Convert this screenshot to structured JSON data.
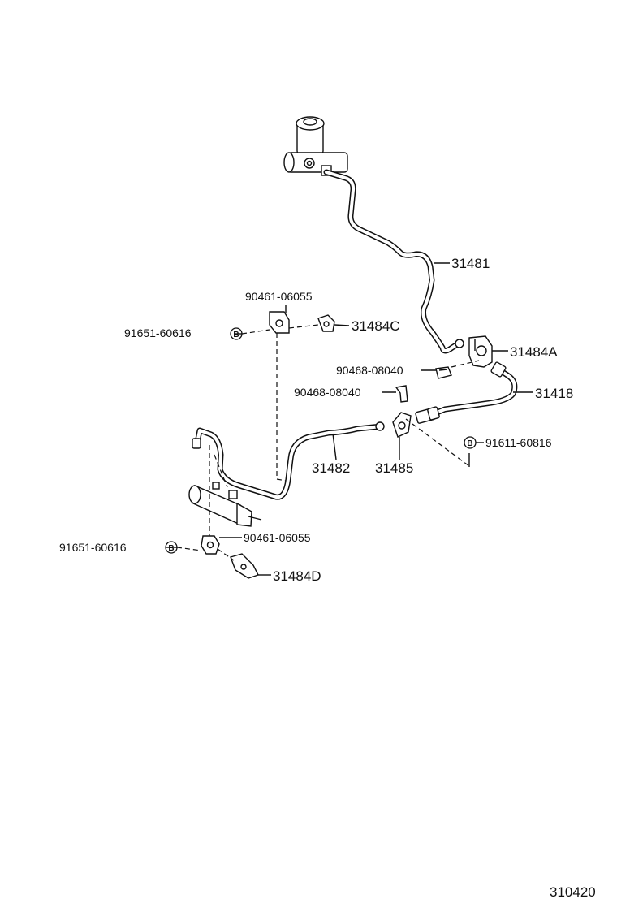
{
  "labels": {
    "p31481": "31481",
    "p90461_top": "90461-06055",
    "p91651_top": "91651-60616",
    "p31484C": "31484C",
    "p31484A": "31484A",
    "p90468_a": "90468-08040",
    "p90468_b": "90468-08040",
    "p31418": "31418",
    "p91611": "91611-60816",
    "p31482": "31482",
    "p31485": "31485",
    "p90461_bot": "90461-06055",
    "p91651_bot": "91651-60616",
    "p31484D": "31484D",
    "bolt_mark": "B",
    "drawing_number": "310420"
  }
}
